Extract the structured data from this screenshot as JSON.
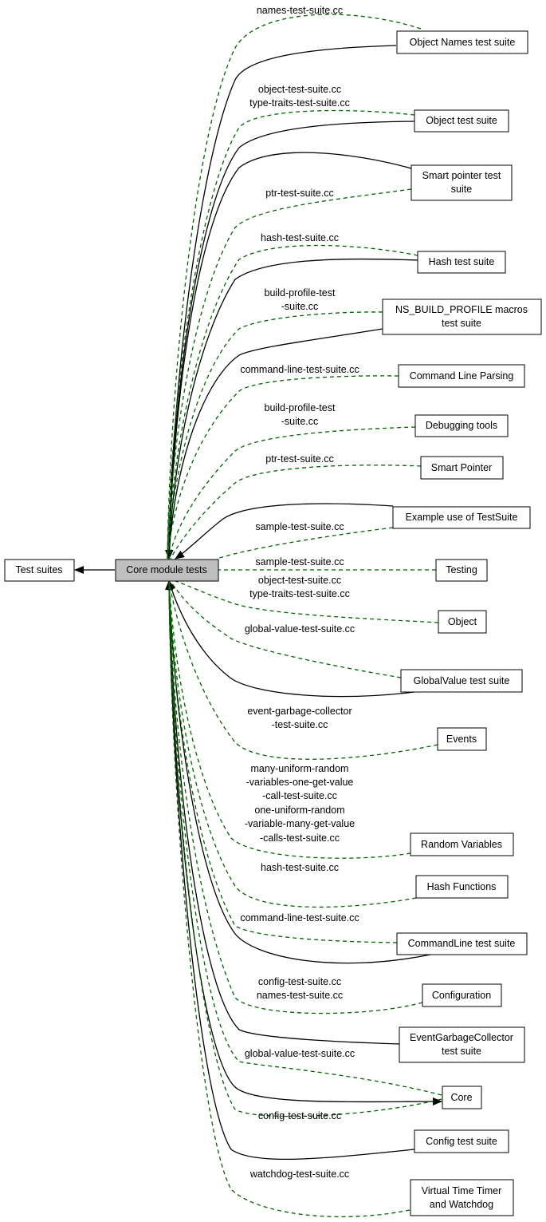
{
  "graph": {
    "root": "Test suites",
    "center": "Core module tests",
    "nodes": [
      {
        "id": "object-names",
        "label": "Object Names test suite"
      },
      {
        "id": "object-ts",
        "label": "Object test suite"
      },
      {
        "id": "smartptr-ts",
        "label": "Smart pointer test suite"
      },
      {
        "id": "hash-ts",
        "label": "Hash test suite"
      },
      {
        "id": "ns-build",
        "label": "NS_BUILD_PROFILE macros test suite"
      },
      {
        "id": "cmdline-parsing",
        "label": "Command Line Parsing"
      },
      {
        "id": "debugging",
        "label": "Debugging tools"
      },
      {
        "id": "smart-pointer",
        "label": "Smart Pointer"
      },
      {
        "id": "example-ts",
        "label": "Example use of TestSuite"
      },
      {
        "id": "testing",
        "label": "Testing"
      },
      {
        "id": "object",
        "label": "Object"
      },
      {
        "id": "globalvalue-ts",
        "label": "GlobalValue test suite"
      },
      {
        "id": "events",
        "label": "Events"
      },
      {
        "id": "random-vars",
        "label": "Random Variables"
      },
      {
        "id": "hash-functions",
        "label": "Hash Functions"
      },
      {
        "id": "cmdline-ts",
        "label": "CommandLine test suite"
      },
      {
        "id": "configuration",
        "label": "Configuration"
      },
      {
        "id": "egc-ts",
        "label": "EventGarbageCollector test suite"
      },
      {
        "id": "core",
        "label": "Core"
      },
      {
        "id": "config-ts",
        "label": "Config test suite"
      },
      {
        "id": "vtt",
        "label": "Virtual Time Timer and Watchdog"
      }
    ],
    "edge_labels": [
      {
        "id": "names-1",
        "text": "names-test-suite.cc"
      },
      {
        "id": "object-1",
        "text": "object-test-suite.cc type-traits-test-suite.cc"
      },
      {
        "id": "ptr-1",
        "text": "ptr-test-suite.cc"
      },
      {
        "id": "hash-1",
        "text": "hash-test-suite.cc"
      },
      {
        "id": "build-1",
        "text": "build-profile-test -suite.cc"
      },
      {
        "id": "cmdline-1",
        "text": "command-line-test-suite.cc"
      },
      {
        "id": "build-2",
        "text": "build-profile-test -suite.cc"
      },
      {
        "id": "ptr-2",
        "text": "ptr-test-suite.cc"
      },
      {
        "id": "sample-1",
        "text": "sample-test-suite.cc"
      },
      {
        "id": "sample-2",
        "text": "sample-test-suite.cc"
      },
      {
        "id": "object-2",
        "text": "object-test-suite.cc type-traits-test-suite.cc"
      },
      {
        "id": "gv-1",
        "text": "global-value-test-suite.cc"
      },
      {
        "id": "egc-1",
        "text": "event-garbage-collector -test-suite.cc"
      },
      {
        "id": "random-1",
        "text": "many-uniform-random -variables-one-get-value -call-test-suite.cc one-uniform-random -variable-many-get-value -calls-test-suite.cc"
      },
      {
        "id": "hash-2",
        "text": "hash-test-suite.cc"
      },
      {
        "id": "cmdline-2",
        "text": "command-line-test-suite.cc"
      },
      {
        "id": "config-1",
        "text": "config-test-suite.cc names-test-suite.cc"
      },
      {
        "id": "gv-2",
        "text": "global-value-test-suite.cc"
      },
      {
        "id": "config-2",
        "text": "config-test-suite.cc"
      },
      {
        "id": "watchdog-1",
        "text": "watchdog-test-suite.cc"
      }
    ]
  },
  "colors": {
    "solid_edge": "#000000",
    "dashed_edge": "#006400",
    "center_fill": "#bfbfbf"
  }
}
